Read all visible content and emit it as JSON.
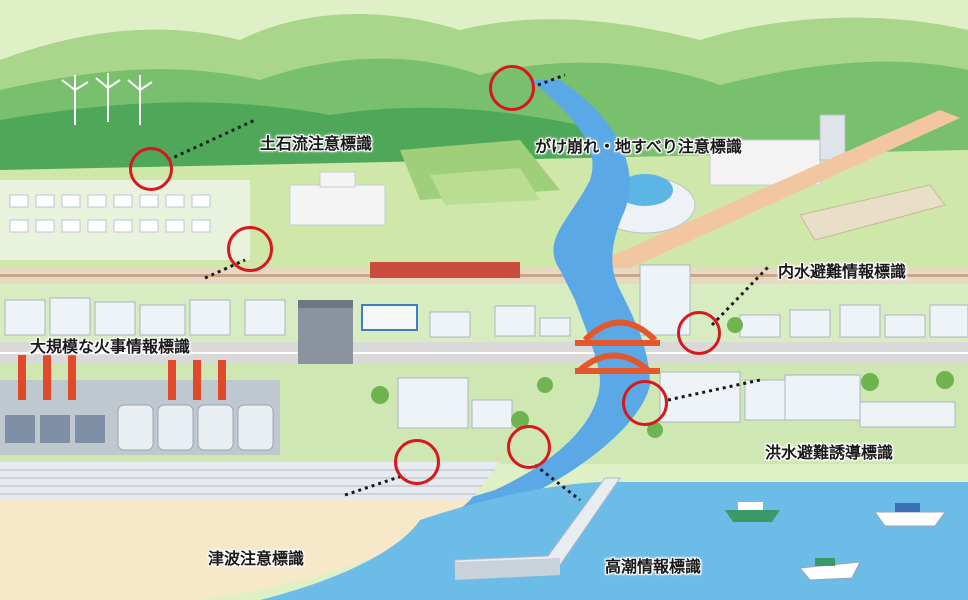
{
  "labels": {
    "debris_flow": "土石流注意標識",
    "landslide": "がけ崩れ・地すべり注意標識",
    "inland_flood": "内水避難情報標識",
    "large_fire": "大規模な火事情報標識",
    "flood_evac": "洪水避難誘導標識",
    "tsunami": "津波注意標識",
    "storm_surge": "高潮情報標識"
  },
  "colors": {
    "marker": "#d7191f",
    "river": "#5aa9e6",
    "sea": "#6cbce8",
    "mountain": "#5fb865",
    "field": "#cfe7a8",
    "road": "#e8e8e8",
    "bridge": "#e2572b"
  }
}
